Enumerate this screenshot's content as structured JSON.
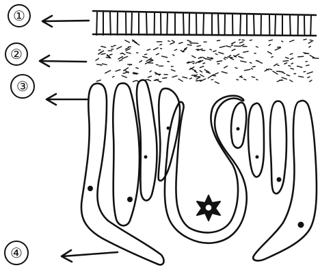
{
  "labels": [
    {
      "id": "1",
      "text": "①"
    },
    {
      "id": "2",
      "text": "②"
    },
    {
      "id": "3",
      "text": "③"
    },
    {
      "id": "4",
      "text": "④"
    }
  ],
  "layers": [
    {
      "label_id": "1",
      "pattern": "striated-band"
    },
    {
      "label_id": "2",
      "pattern": "stippled-layer"
    },
    {
      "label_id": "3",
      "pattern": "elongated-cells"
    },
    {
      "label_id": "4",
      "pattern": "cell-base"
    }
  ],
  "colors": {
    "ink": "#111111",
    "background": "#ffffff"
  }
}
